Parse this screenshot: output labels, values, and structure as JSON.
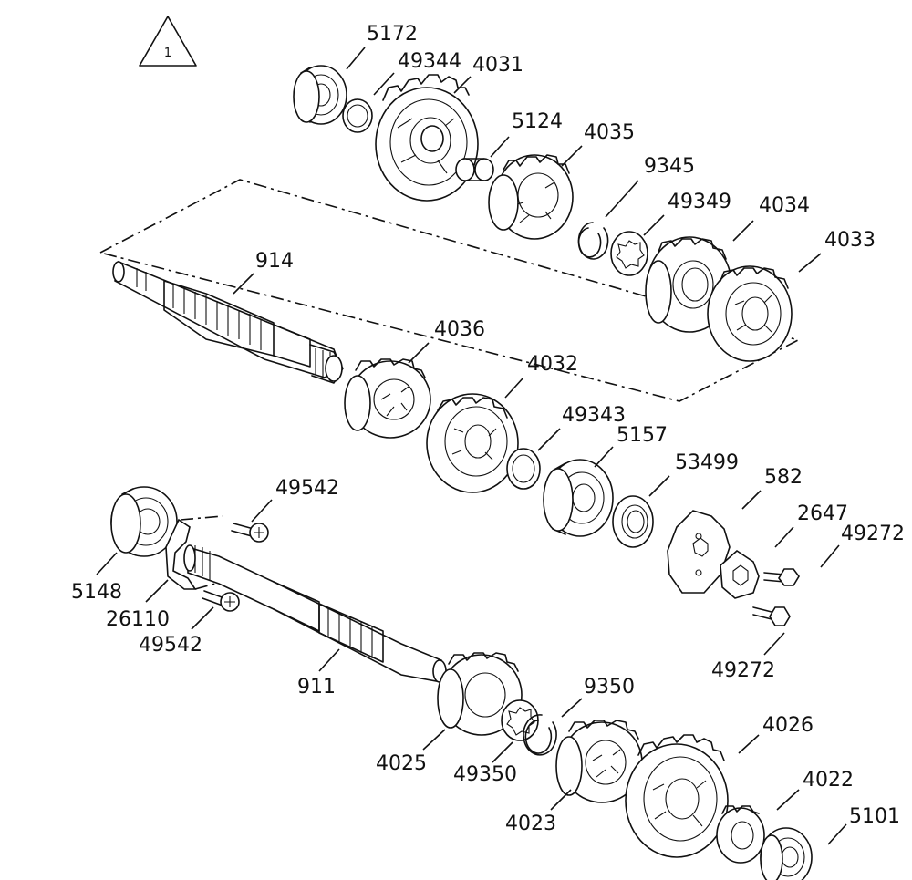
{
  "reference_mark": {
    "label": "1",
    "shape": "triangle"
  },
  "labels": [
    {
      "id": "5172",
      "text": "5172"
    },
    {
      "id": "49344",
      "text": "49344"
    },
    {
      "id": "4031",
      "text": "4031"
    },
    {
      "id": "5124",
      "text": "5124"
    },
    {
      "id": "4035",
      "text": "4035"
    },
    {
      "id": "9345",
      "text": "9345"
    },
    {
      "id": "49349",
      "text": "49349"
    },
    {
      "id": "4034",
      "text": "4034"
    },
    {
      "id": "4033",
      "text": "4033"
    },
    {
      "id": "914",
      "text": "914"
    },
    {
      "id": "4036",
      "text": "4036"
    },
    {
      "id": "4032",
      "text": "4032"
    },
    {
      "id": "49343",
      "text": "49343"
    },
    {
      "id": "5157",
      "text": "5157"
    },
    {
      "id": "53499",
      "text": "53499"
    },
    {
      "id": "582",
      "text": "582"
    },
    {
      "id": "2647",
      "text": "2647"
    },
    {
      "id": "49272a",
      "text": "49272"
    },
    {
      "id": "49542a",
      "text": "49542"
    },
    {
      "id": "5148",
      "text": "5148"
    },
    {
      "id": "26110",
      "text": "26110"
    },
    {
      "id": "49542b",
      "text": "49542"
    },
    {
      "id": "911",
      "text": "911"
    },
    {
      "id": "49272b",
      "text": "49272"
    },
    {
      "id": "9350",
      "text": "9350"
    },
    {
      "id": "4026",
      "text": "4026"
    },
    {
      "id": "4025",
      "text": "4025"
    },
    {
      "id": "49350",
      "text": "49350"
    },
    {
      "id": "4022",
      "text": "4022"
    },
    {
      "id": "4023",
      "text": "4023"
    },
    {
      "id": "5101",
      "text": "5101"
    }
  ]
}
